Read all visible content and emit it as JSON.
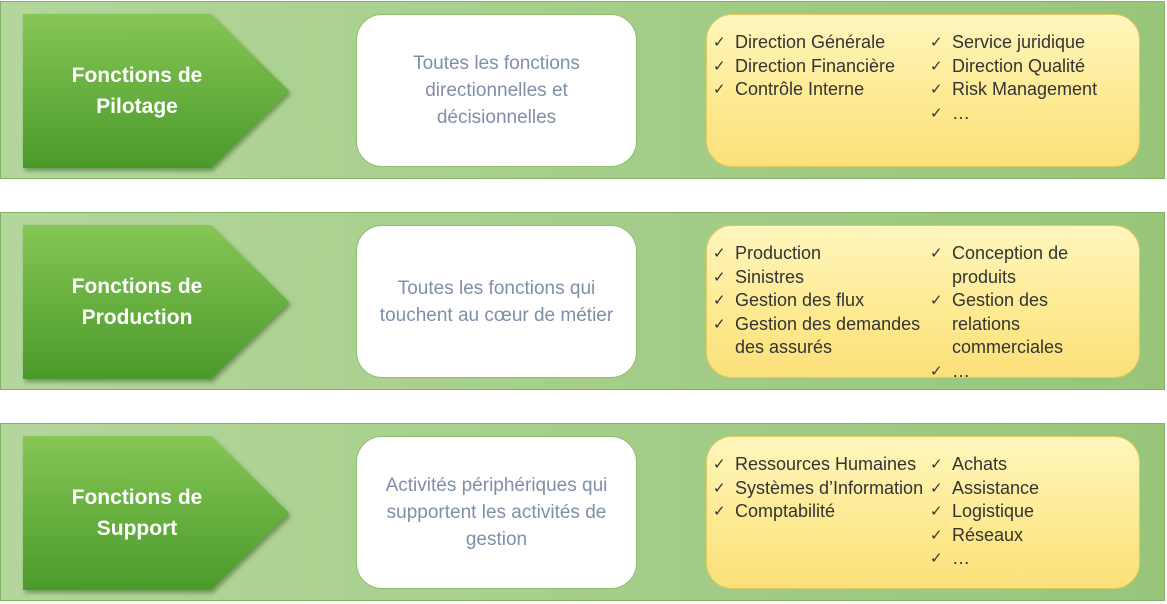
{
  "rows": [
    {
      "title_line1": "Fonctions de",
      "title_line2": "Pilotage",
      "description": "Toutes les fonctions directionnelles et décisionnelles",
      "left_items": [
        "Direction Générale",
        "Direction Financière",
        "Contrôle Interne"
      ],
      "right_items": [
        "Service juridique",
        "Direction Qualité",
        "Risk Management",
        "…"
      ]
    },
    {
      "title_line1": "Fonctions de",
      "title_line2": "Production",
      "description": "Toutes les fonctions qui touchent au cœur de métier",
      "left_items": [
        "Production",
        "Sinistres",
        "Gestion des flux",
        "Gestion des demandes des assurés"
      ],
      "right_items": [
        "Conception de produits",
        "Gestion des relations commerciales",
        "…"
      ]
    },
    {
      "title_line1": "Fonctions de",
      "title_line2": "Support",
      "description": "Activités périphériques qui supportent les activités de gestion",
      "left_items": [
        "Ressources Humaines",
        "Systèmes d’Information",
        "Comptabilité"
      ],
      "right_items": [
        "Achats",
        "Assistance",
        "Logistique",
        "Réseaux",
        "…"
      ]
    }
  ],
  "check_icon": "✓",
  "colors": {
    "band": "#a7cf8c",
    "chevron_light": "#7cc04d",
    "chevron_dark": "#4b9a2a",
    "list_box": "#fde98f",
    "description_text": "#7f8fa9"
  }
}
